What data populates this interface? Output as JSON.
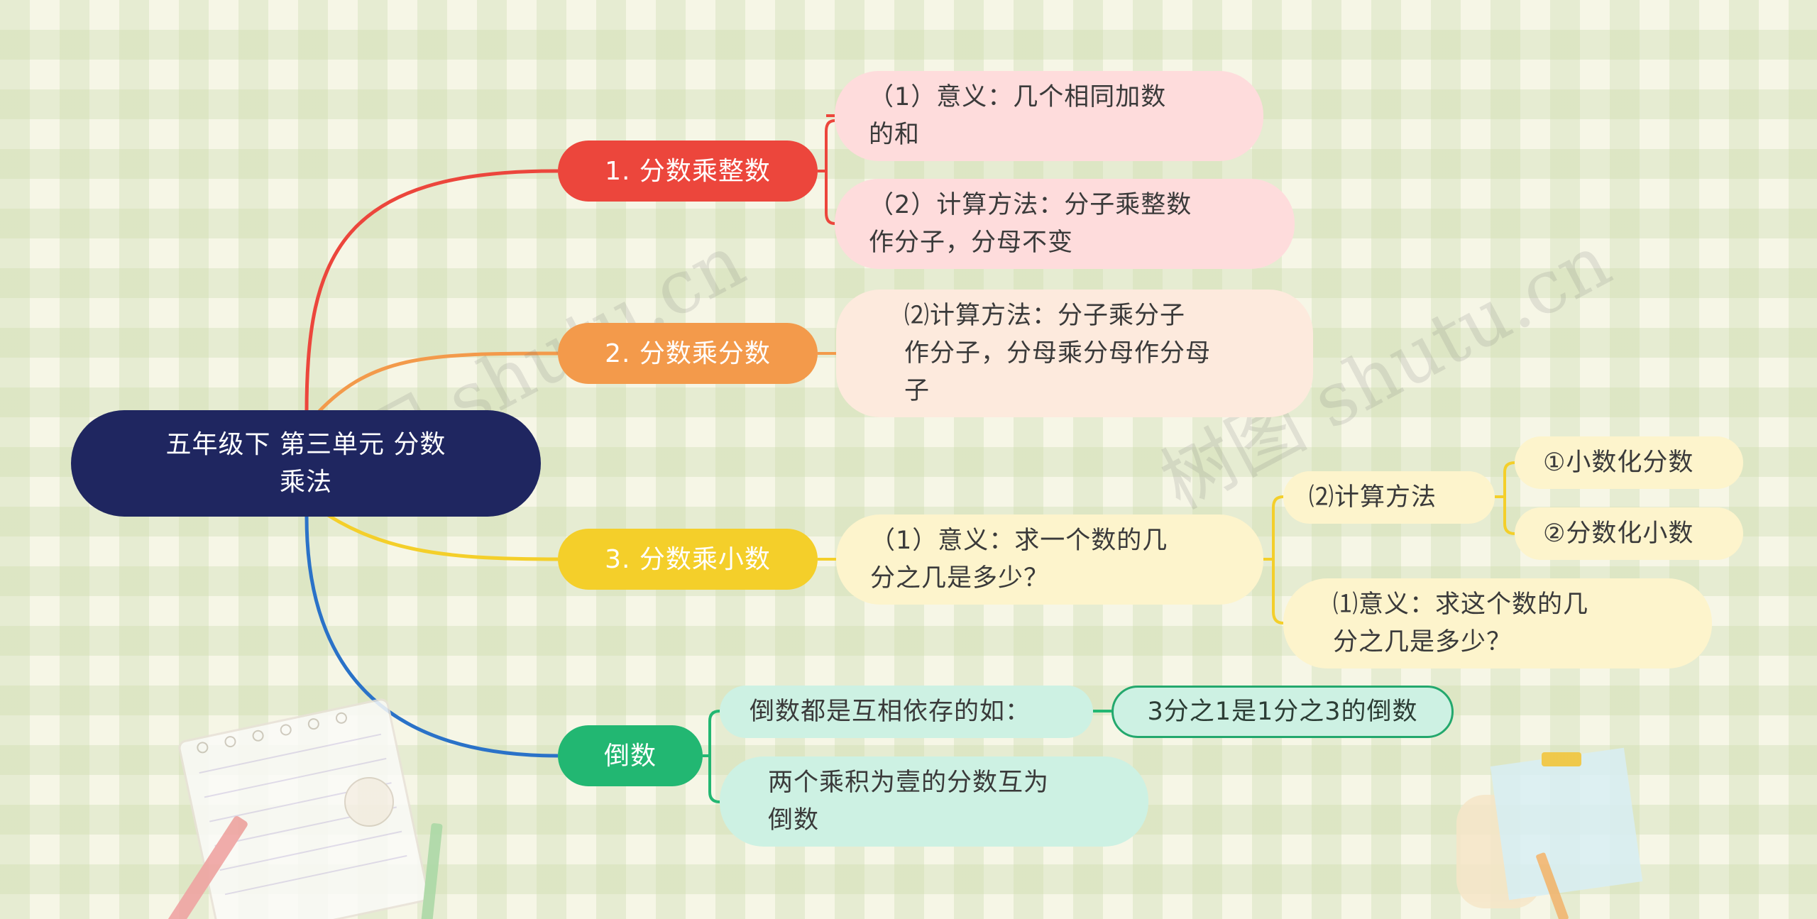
{
  "root": {
    "line1": "五年级下 第三单元 分数",
    "line2": "乘法"
  },
  "colors": {
    "root": "#1f2660",
    "branch1": "#ec463c",
    "branch2": "#f39a4b",
    "branch3": "#f4cf2a",
    "branch4": "#22b772",
    "background": "#f6f6e6"
  },
  "branches": [
    {
      "label": "1. 分数乘整数",
      "children": [
        {
          "line1": "（1）意义：几个相同加数",
          "line2": "的和"
        },
        {
          "line1": "（2）计算方法：分子乘整数",
          "line2": "作分子，分母不变"
        }
      ]
    },
    {
      "label": "2. 分数乘分数",
      "children": [
        {
          "line1": "⑵计算方法：分子乘分子",
          "line2": "作分子，分母乘分母作分母",
          "line3": "子"
        }
      ]
    },
    {
      "label": "3. 分数乘小数",
      "children": [
        {
          "line1": "（1）意义：求一个数的几",
          "line2": "分之几是多少？",
          "children": [
            {
              "label": "⑵计算方法",
              "children": [
                "①小数化分数",
                "②分数化小数"
              ]
            },
            {
              "line1": "⑴意义：求这个数的几",
              "line2": "分之几是多少？"
            }
          ]
        }
      ]
    },
    {
      "label": "倒数",
      "children": [
        {
          "label": "倒数都是互相依存的如：",
          "child": "3分之1是1分之3的倒数"
        },
        {
          "line1": "两个乘积为壹的分数互为",
          "line2": "倒数"
        }
      ]
    }
  ],
  "watermarks": [
    "树图 shutu.cn",
    "树图 shutu.cn"
  ]
}
